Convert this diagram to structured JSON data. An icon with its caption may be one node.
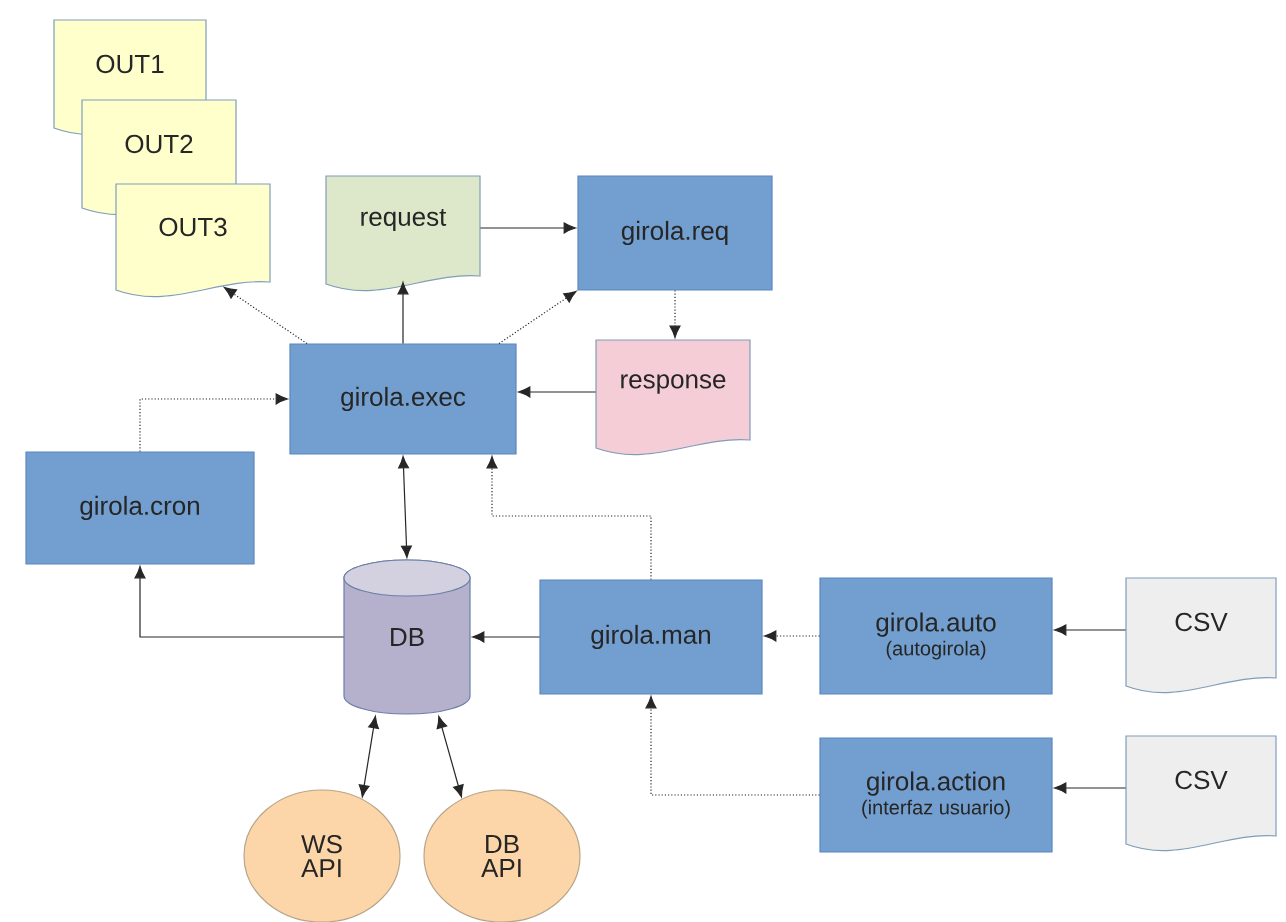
{
  "diagram": {
    "nodes": [
      {
        "text": [
          "OUT1"
        ]
      },
      {
        "text": [
          "OUT2"
        ]
      },
      {
        "text": [
          "OUT3"
        ]
      },
      {
        "text": [
          "request"
        ]
      },
      {
        "text": [
          "girola.req"
        ]
      },
      {
        "text": [
          "girola.exec"
        ]
      },
      {
        "text": [
          "response"
        ]
      },
      {
        "text": [
          "girola.cron"
        ]
      },
      {
        "text": [
          "DB"
        ]
      },
      {
        "text": [
          "girola.man"
        ]
      },
      {
        "text": [
          "girola.auto",
          "(autogirola)"
        ]
      },
      {
        "text": [
          "CSV"
        ]
      },
      {
        "text": [
          "girola.action",
          "(interfaz usuario)"
        ]
      },
      {
        "text": [
          "CSV"
        ]
      },
      {
        "text": [
          "WS API"
        ]
      },
      {
        "text": [
          "DB API"
        ]
      }
    ],
    "edges": [
      {
        "from": 5,
        "to": 2,
        "arrow": "to",
        "style": "dashed"
      },
      {
        "from": 5,
        "to": 3,
        "arrow": "to"
      },
      {
        "from": 3,
        "to": 4,
        "arrow": "to"
      },
      {
        "from": 5,
        "to": 4,
        "arrow": "to",
        "style": "dashed"
      },
      {
        "from": 4,
        "to": 6,
        "arrow": "to",
        "style": "dashed"
      },
      {
        "from": 6,
        "to": 5,
        "arrow": "to"
      },
      {
        "from": 7,
        "to": 5,
        "arrow": "to",
        "style": "dashed"
      },
      {
        "from": 5,
        "to": 8,
        "arrow": "both"
      },
      {
        "from": 8,
        "to": 7,
        "arrow": "to"
      },
      {
        "from": 9,
        "to": 8,
        "arrow": "to"
      },
      {
        "from": 9,
        "to": 5,
        "arrow": "to",
        "style": "dashed"
      },
      {
        "from": 10,
        "to": 9,
        "arrow": "to",
        "style": "dashed"
      },
      {
        "from": 11,
        "to": 10,
        "arrow": "to"
      },
      {
        "from": 12,
        "to": 9,
        "arrow": "to",
        "style": "dashed"
      },
      {
        "from": 13,
        "to": 12,
        "arrow": "to"
      },
      {
        "from": 8,
        "to": 14,
        "arrow": "both"
      },
      {
        "from": 8,
        "to": 15,
        "arrow": "both"
      }
    ]
  }
}
